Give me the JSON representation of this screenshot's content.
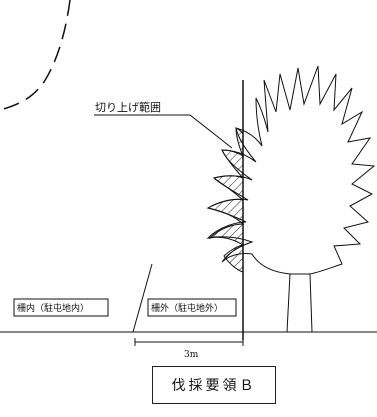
{
  "labels": {
    "cut_range": "切り上げ範囲",
    "inside_fence": "柵内（駐屯地内）",
    "outside_fence": "柵外（駐屯地外）",
    "distance": "3m",
    "caption": "伐採要領Ｂ"
  }
}
